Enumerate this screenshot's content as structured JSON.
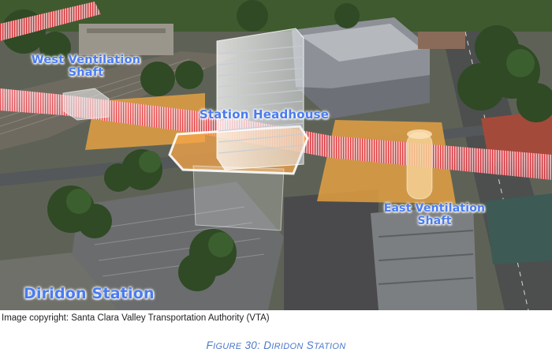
{
  "figure": {
    "labels": {
      "west_line1": "West Ventilation",
      "west_line2": "Shaft",
      "headhouse": "Station Headhouse",
      "east_line1": "East Ventilation",
      "east_line2": "Shaft",
      "station": "Diridon Station"
    }
  },
  "copyright": "Image copyright: Santa Clara Valley Transportation Authority (VTA)",
  "caption": {
    "prefix": "F",
    "prefix_rest": "IGURE",
    "number": " 30: ",
    "name_d": "D",
    "name_d_rest": "IRIDON",
    "name_s": " S",
    "name_s_rest": "TATION"
  },
  "colors": {
    "label_blue": "#4a7cf0",
    "caption_blue": "#4a78c8",
    "tunnel_red": "#e8303a",
    "site_orange": "#f0a640"
  }
}
